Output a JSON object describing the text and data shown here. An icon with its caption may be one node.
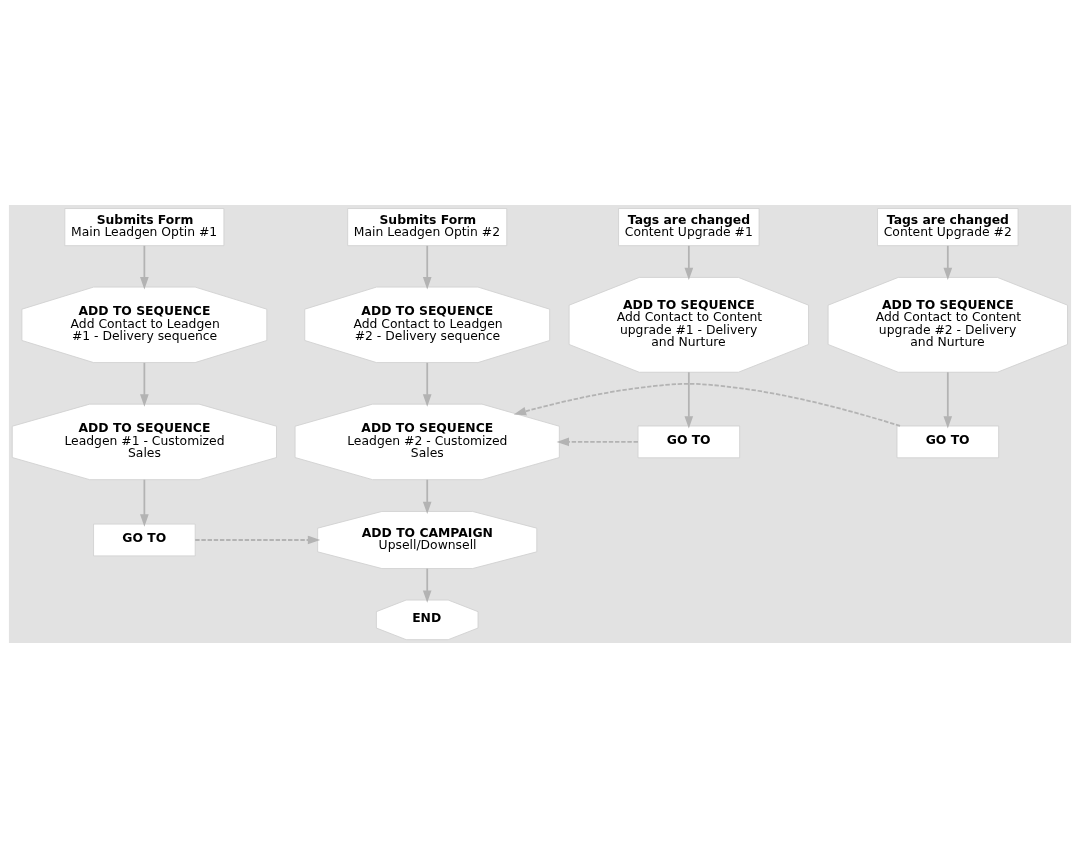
{
  "diagram": {
    "nodes": [
      {
        "text": [
          "Submits Form",
          "Main Leadgen Optin #1"
        ]
      },
      {
        "text": [
          "Submits Form",
          "Main Leadgen Optin #2"
        ]
      },
      {
        "text": [
          "Tags are changed",
          "Content Upgrade #1"
        ]
      },
      {
        "text": [
          "Tags are changed",
          "Content Upgrade #2"
        ]
      },
      {
        "text": [
          "ADD TO SEQUENCE",
          "Add Contact to Leadgen #1 - Delivery sequence"
        ]
      },
      {
        "text": [
          "ADD TO SEQUENCE",
          "Add Contact to Leadgen #2 - Delivery sequence"
        ]
      },
      {
        "text": [
          "ADD TO SEQUENCE",
          "Add Contact to Content upgrade #1 - Delivery and Nurture"
        ]
      },
      {
        "text": [
          "ADD TO SEQUENCE",
          "Add Contact to Content upgrade #2 - Delivery and Nurture"
        ]
      },
      {
        "text": [
          "ADD TO SEQUENCE",
          "Leadgen #1 - Customized Sales"
        ]
      },
      {
        "text": [
          "ADD TO SEQUENCE",
          "Leadgen #2 - Customized Sales"
        ]
      },
      {
        "text": [
          "GO TO"
        ]
      },
      {
        "text": [
          "GO TO"
        ]
      },
      {
        "text": [
          "GO TO"
        ]
      },
      {
        "text": [
          "ADD TO CAMPAIGN",
          "Upsell/Downsell"
        ]
      },
      {
        "text": [
          "END"
        ]
      }
    ],
    "edges": [
      {
        "from": 0,
        "to": 4,
        "arrow": "to"
      },
      {
        "from": 1,
        "to": 5,
        "arrow": "to"
      },
      {
        "from": 2,
        "to": 6,
        "arrow": "to"
      },
      {
        "from": 3,
        "to": 7,
        "arrow": "to"
      },
      {
        "from": 4,
        "to": 8,
        "arrow": "to"
      },
      {
        "from": 5,
        "to": 9,
        "arrow": "to"
      },
      {
        "from": 6,
        "to": 10,
        "arrow": "to"
      },
      {
        "from": 7,
        "to": 11,
        "arrow": "to"
      },
      {
        "from": 8,
        "to": 12,
        "arrow": "to"
      },
      {
        "from": 9,
        "to": 13,
        "arrow": "to"
      },
      {
        "from": 13,
        "to": 14,
        "arrow": "to"
      },
      {
        "from": 10,
        "to": 9,
        "arrow": "to",
        "style": "dashed"
      },
      {
        "from": 11,
        "to": 9,
        "arrow": "to",
        "style": "dashed"
      },
      {
        "from": 12,
        "to": 13,
        "arrow": "to",
        "style": "dashed"
      }
    ]
  }
}
